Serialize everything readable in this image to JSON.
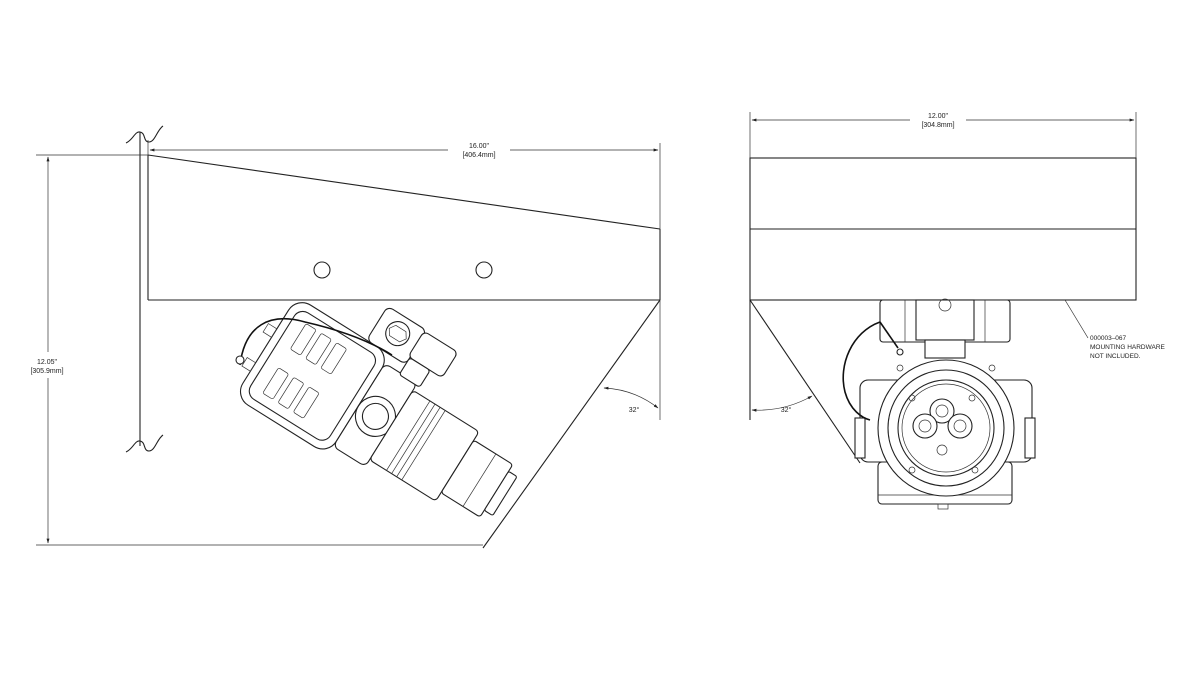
{
  "side_view": {
    "width_dim": {
      "inches": "16.00\"",
      "mm": "[406.4mm]"
    },
    "height_dim": {
      "inches": "12.05\"",
      "mm": "[305.9mm]"
    },
    "angle_dim": "32°"
  },
  "front_view": {
    "width_dim": {
      "inches": "12.00\"",
      "mm": "[304.8mm]"
    },
    "angle_dim": "32°",
    "note": {
      "part_number": "000003–067",
      "line1": "MOUNTING HARDWARE",
      "line2": "NOT INCLUDED."
    }
  }
}
